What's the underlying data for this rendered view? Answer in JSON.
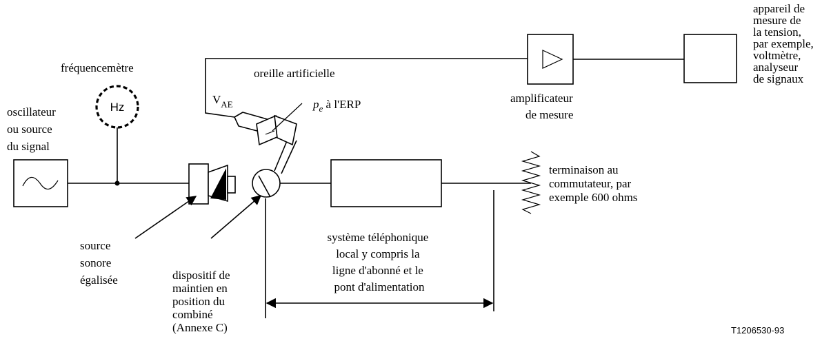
{
  "labels": {
    "frequency_meter": "fréquencemètre",
    "hz": "Hz",
    "oscillator": [
      "oscillateur",
      "ou source",
      "du signal"
    ],
    "artificial_ear": "oreille artificielle",
    "v_ae_main": "V",
    "v_ae_sub": "AE",
    "pe_main": "p",
    "pe_sub": "e",
    "pe_rest": " à l'ERP",
    "amplifier": [
      "amplificateur",
      "de mesure"
    ],
    "voltage_meter": [
      "appareil de",
      "mesure de",
      "la tension,",
      "par exemple,",
      "voltmètre,",
      "analyseur",
      "de signaux"
    ],
    "termination": [
      "terminaison au",
      "commutateur, par",
      "exemple 600 ohms"
    ],
    "sound_source": [
      "source",
      "sonore",
      "égalisée"
    ],
    "holder": [
      "dispositif de",
      "maintien en",
      "position du",
      "combiné",
      "(Annexe C)"
    ],
    "telephone_system": [
      "système téléphonique",
      "local y compris la",
      "ligne d'abonné et le",
      "pont d'alimentation"
    ],
    "figure_code": "T1206530-93"
  }
}
